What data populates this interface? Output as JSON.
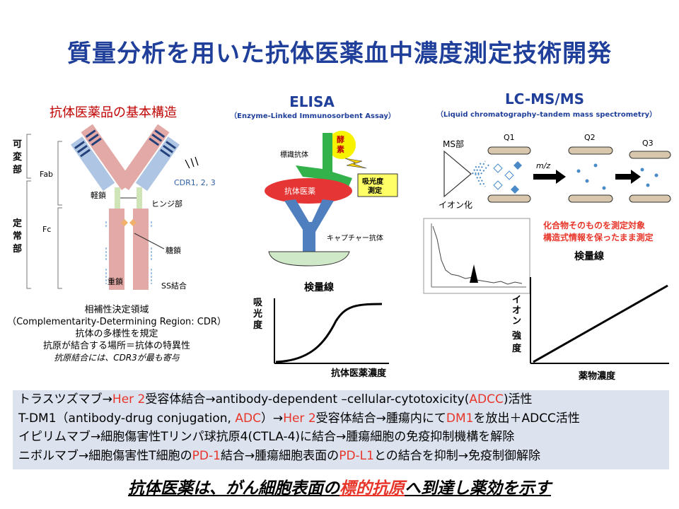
{
  "title": "質量分析を用いた抗体医薬血中濃度測定技術開発",
  "antibody": {
    "heading": "抗体医薬品の基本構造",
    "side_fab_1": "可",
    "side_fab_2": "変",
    "side_fab_3": "部",
    "side_fc_1": "定",
    "side_fc_2": "常",
    "side_fc_3": "部",
    "fab": "Fab",
    "fc": "Fc",
    "light_chain": "軽鎖",
    "hinge": "ヒンジ部",
    "sugar": "糖鎖",
    "heavy_chain": "重鎖",
    "ss_bond": "SS結合",
    "cdr": "CDR1, 2, 3",
    "desc_1": "相補性決定領域",
    "desc_2": "（Complementarity-Determining  Region: CDR）",
    "desc_3": "抗体の多様性を規定",
    "desc_4": "抗原が結合する場所＝抗体の特異性",
    "desc_5": "抗原結合には、CDR3が最も寄与"
  },
  "elisa": {
    "heading": "ELISA",
    "subheading": "（Enzyme-Linked Immunosorbent Assay）",
    "labeled_antibody": "標識抗体",
    "enzyme_1": "酵",
    "enzyme_2": "素",
    "absorbance_1": "吸光度",
    "absorbance_2": "測定",
    "drug": "抗体医薬",
    "capture": "キャプチャー抗体",
    "curve_title": "検量線",
    "y_label_1": "吸",
    "y_label_2": "光",
    "y_label_3": "度",
    "x_label": "抗体医薬濃度"
  },
  "lcms": {
    "heading": "LC-MS/MS",
    "subheading": "（Liquid chromatography–tandem mass spectrometry）",
    "ms_part": "MS部",
    "ionization": "イオン化",
    "q1": "Q1",
    "q2": "Q2",
    "q3": "Q3",
    "mz": "m/z",
    "note_1": "化合物そのものを測定対象",
    "note_2": "構造式情報を保ったまま測定",
    "curve_title": "検量線",
    "y_label_1": "イ",
    "y_label_2": "オ",
    "y_label_3": "ン",
    "y_label_4": "強",
    "y_label_5": "度",
    "x_label": "薬物濃度"
  },
  "info": {
    "l1a": "トラスツズマブ→",
    "l1b": "Her 2",
    "l1c": "受容体結合→antibody-dependent  –cellular-cytotoxicity(",
    "l1d": "ADCC",
    "l1e": ")活性",
    "l2a": "T-DM1（antibody-drug conjugation, ",
    "l2b": "ADC",
    "l2c": "）→",
    "l2d": "Her 2",
    "l2e": "受容体結合→腫瘍内にて",
    "l2f": "DM1",
    "l2g": "を放出＋ADCC活性",
    "l3": "イピリムマブ→細胞傷害性Tリンパ球抗原4(CTLA-4)に結合→腫瘍細胞の免疫抑制機構を解除",
    "l4a": "ニボルマブ→細胞傷害性T細胞の",
    "l4b": "PD-1",
    "l4c": "結合→腫瘍細胞表面の",
    "l4d": "PD-L1",
    "l4e": "との結合を抑制→免疫制御解除"
  },
  "conclusion": {
    "a": "抗体医薬は、がん細胞表面の",
    "b": "標的抗原",
    "c": "へ到達し薬効を示す"
  },
  "colors": {
    "title": "#1f3f9a",
    "accent_red": "#e8352a",
    "box_bg": "#dce3ef",
    "heavy_chain": "#e3a9a6",
    "light_chain": "#aec5e3"
  }
}
